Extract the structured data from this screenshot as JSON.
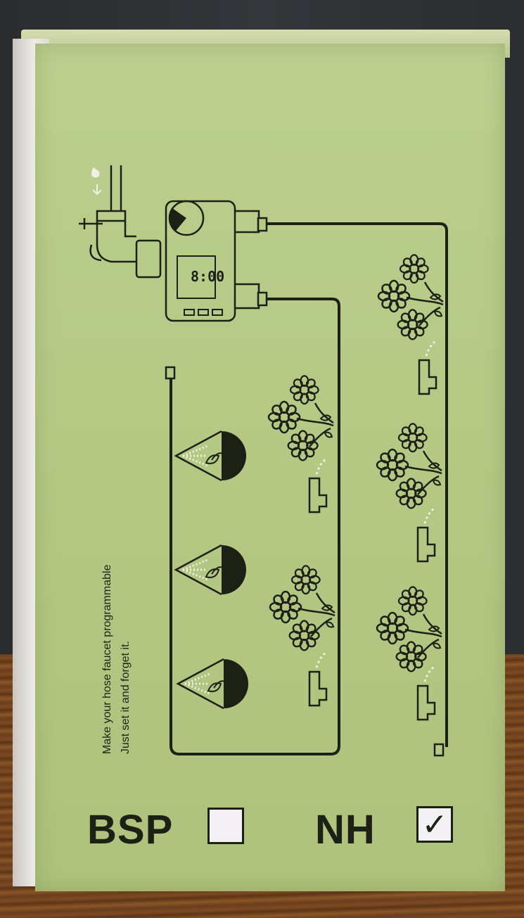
{
  "tagline": {
    "line1": "Make your hose faucet programmable",
    "line2": "Just set it and forget it."
  },
  "display": {
    "time": "8:00"
  },
  "thread_options": [
    {
      "label": "BSP",
      "checked": false,
      "mark": ""
    },
    {
      "label": "NH",
      "checked": true,
      "mark": "✓"
    }
  ],
  "colors": {
    "box_green": "#b6ca86",
    "ink": "#1d2115",
    "checkbox": "#f3f1f4"
  },
  "icons": [
    "water-drop-icon",
    "faucet-icon",
    "timer-device-icon",
    "flower-icon",
    "sprinkler-icon",
    "drip-emitter-icon"
  ]
}
